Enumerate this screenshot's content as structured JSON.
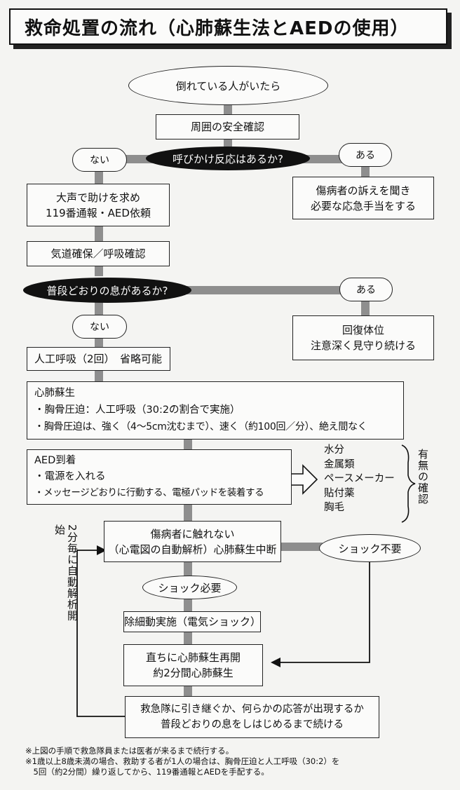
{
  "title": "救命処置の流れ（心肺蘇生法とAEDの使用）",
  "nodes": {
    "start": "倒れている人がいたら",
    "safety": "周囲の安全確認",
    "q_response": "呼びかけ反応はあるか?",
    "no1": "ない",
    "yes1": "ある",
    "call_help_1": "大声で助けを求め",
    "call_help_2": "119番通報・AED依頼",
    "complaint_1": "傷病者の訴えを聞き",
    "complaint_2": "必要な応急手当をする",
    "airway": "気道確保／呼吸確認",
    "q_breath": "普段どおりの息があるか?",
    "yes2": "ある",
    "no2": "ない",
    "recovery_1": "回復体位",
    "recovery_2": "注意深く見守り続ける",
    "rescue_breath": "人工呼吸（2回）　省略可能",
    "cpr_title": "心肺蘇生",
    "cpr_line1": "・胸骨圧迫：人工呼吸（30:2の割合で実施）",
    "cpr_line2": "・胸骨圧迫は、強く（4～5cm沈むまで）、速く（約100回／分）、絶え間なく",
    "aed_title": "AED到着",
    "aed_line1": "・電源を入れる",
    "aed_line2": "・メッセージどおりに行動する、電極パッドを装着する",
    "check_items": [
      "水分",
      "金属類",
      "ペースメーカー",
      "貼付薬",
      "胸毛"
    ],
    "check_label": "有無の確認",
    "analysis_1": "傷病者に触れない",
    "analysis_2": "（心電図の自動解析）心肺蘇生中断",
    "side_label": "2分毎に自動解析開始",
    "shock_unneeded": "ショック不要",
    "shock_needed": "ショック必要",
    "defib": "除細動実施（電気ショック）",
    "resume_1": "直ちに心肺蘇生再開",
    "resume_2": "約2分間心肺蘇生",
    "continue_1": "救急隊に引き継ぐか、何らかの応答が出現するか",
    "continue_2": "普段どおりの息をしはじめるまで続ける"
  },
  "notes": [
    "※上図の手順で救急隊員または医者が来るまで続行する。",
    "※1歳以上8歳未満の場合、救助する者が1人の場合は、胸骨圧迫と人工呼吸（30:2）を",
    "　5回（約2分間）繰り返してから、119番通報とAEDを手配する。"
  ]
}
